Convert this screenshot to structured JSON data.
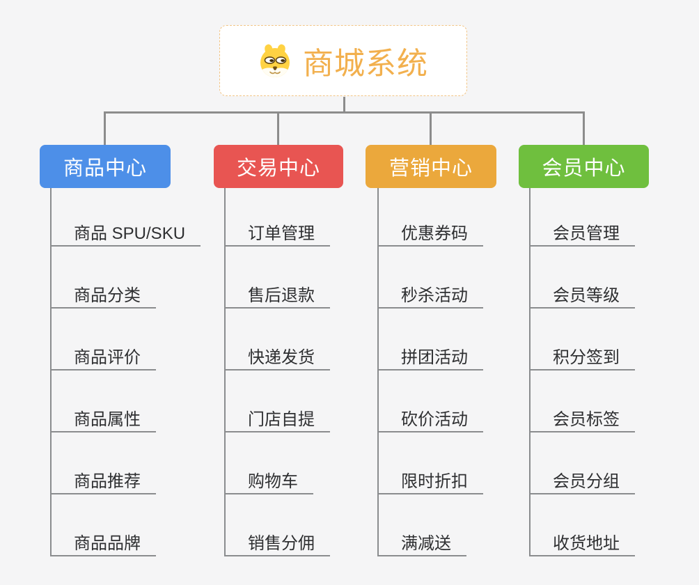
{
  "canvas": {
    "background": "#F5F5F6"
  },
  "connectors": {
    "color": "#8C8C8C",
    "trunk_color": "#8A8C8E"
  },
  "root": {
    "title": "商城系统",
    "title_color": "#F2B04E",
    "border_color": "#F2C484",
    "icon": "dog-face-icon"
  },
  "branches": [
    {
      "id": "product-center",
      "label": "商品中心",
      "color": "#4D8FE8",
      "children": [
        "商品 SPU/SKU",
        "商品分类",
        "商品评价",
        "商品属性",
        "商品推荐",
        "商品品牌"
      ]
    },
    {
      "id": "trade-center",
      "label": "交易中心",
      "color": "#E85552",
      "children": [
        "订单管理",
        "售后退款",
        "快递发货",
        "门店自提",
        "购物车",
        "销售分佣"
      ]
    },
    {
      "id": "marketing-center",
      "label": "营销中心",
      "color": "#EBA83C",
      "children": [
        "优惠券码",
        "秒杀活动",
        "拼团活动",
        "砍价活动",
        "限时折扣",
        "满减送"
      ]
    },
    {
      "id": "member-center",
      "label": "会员中心",
      "color": "#6FBF3E",
      "children": [
        "会员管理",
        "会员等级",
        "积分签到",
        "会员标签",
        "会员分组",
        "收货地址"
      ]
    }
  ]
}
